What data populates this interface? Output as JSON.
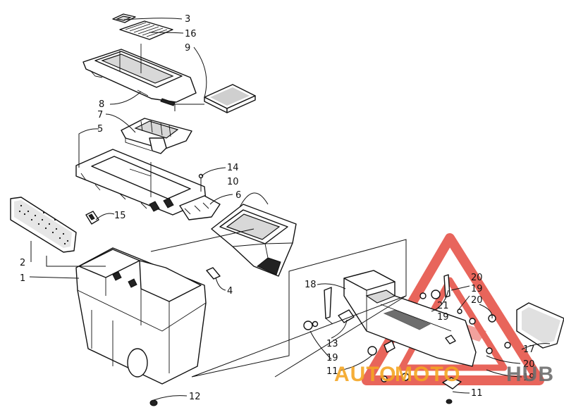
{
  "labels": [
    {
      "id": "lbl-3",
      "text": "3"
    },
    {
      "id": "lbl-16",
      "text": "16"
    },
    {
      "id": "lbl-9",
      "text": "9"
    },
    {
      "id": "lbl-8",
      "text": "8"
    },
    {
      "id": "lbl-7",
      "text": "7"
    },
    {
      "id": "lbl-5",
      "text": "5"
    },
    {
      "id": "lbl-14",
      "text": "14"
    },
    {
      "id": "lbl-10",
      "text": "10"
    },
    {
      "id": "lbl-6",
      "text": "6"
    },
    {
      "id": "lbl-15",
      "text": "15"
    },
    {
      "id": "lbl-2",
      "text": "2"
    },
    {
      "id": "lbl-1",
      "text": "1"
    },
    {
      "id": "lbl-4",
      "text": "4"
    },
    {
      "id": "lbl-12",
      "text": "12"
    },
    {
      "id": "lbl-18",
      "text": "18"
    },
    {
      "id": "lbl-20a",
      "text": "20"
    },
    {
      "id": "lbl-19a",
      "text": "19"
    },
    {
      "id": "lbl-21",
      "text": "21"
    },
    {
      "id": "lbl-20b",
      "text": "20"
    },
    {
      "id": "lbl-19b",
      "text": "19"
    },
    {
      "id": "lbl-13",
      "text": "13"
    },
    {
      "id": "lbl-19c",
      "text": "19"
    },
    {
      "id": "lbl-11a",
      "text": "11"
    },
    {
      "id": "lbl-17",
      "text": "17"
    },
    {
      "id": "lbl-20c",
      "text": "20"
    },
    {
      "id": "lbl-19d",
      "text": "19"
    },
    {
      "id": "lbl-11b",
      "text": "11"
    }
  ],
  "watermark": {
    "part1": "AUTO",
    "part2": "MOTO",
    "part3": "HUB",
    "color_red": "#e23a2e",
    "color_orange": "#f5a623",
    "color_grey": "#6d6d6d"
  }
}
